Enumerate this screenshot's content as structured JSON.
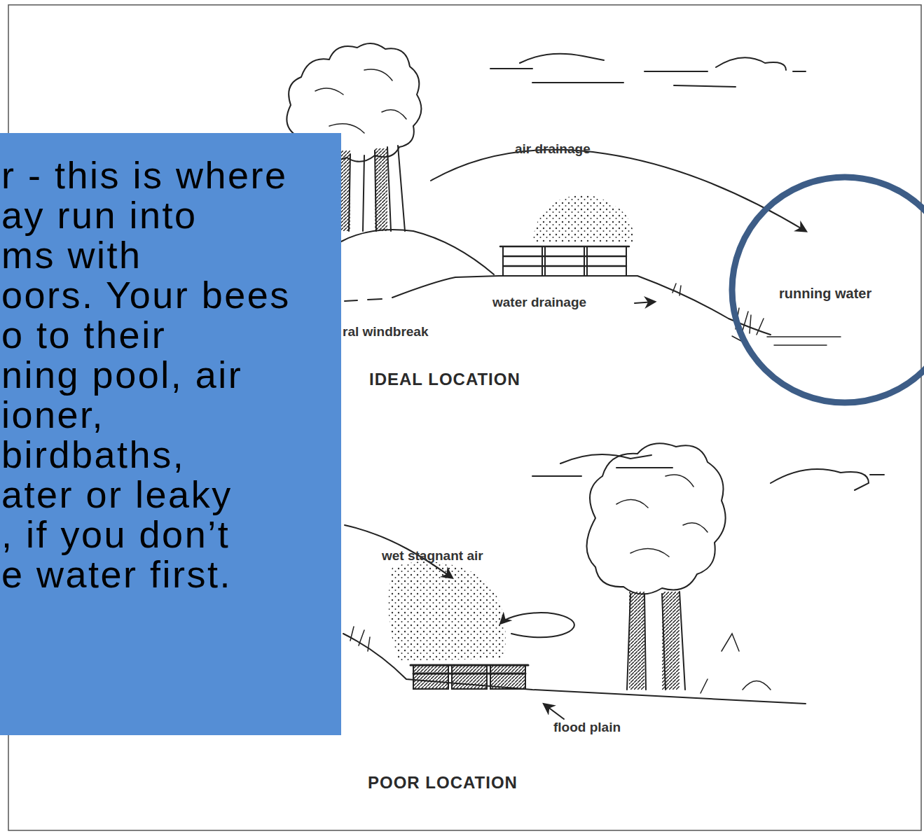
{
  "diagram": {
    "nodes": [
      {
        "text": [
          "r - this is where ay run into ms with oors. Your bees o to their ning pool, air ioner, birdbaths, ater or leaky , if you don’t e water first."
        ]
      },
      {
        "text": [
          "running water"
        ]
      }
    ],
    "labels": [
      "air drainage",
      "water drainage",
      "ral windbreak",
      "IDEAL LOCATION",
      "wet stagnant air",
      "flood plain",
      "POOR LOCATION"
    ]
  }
}
